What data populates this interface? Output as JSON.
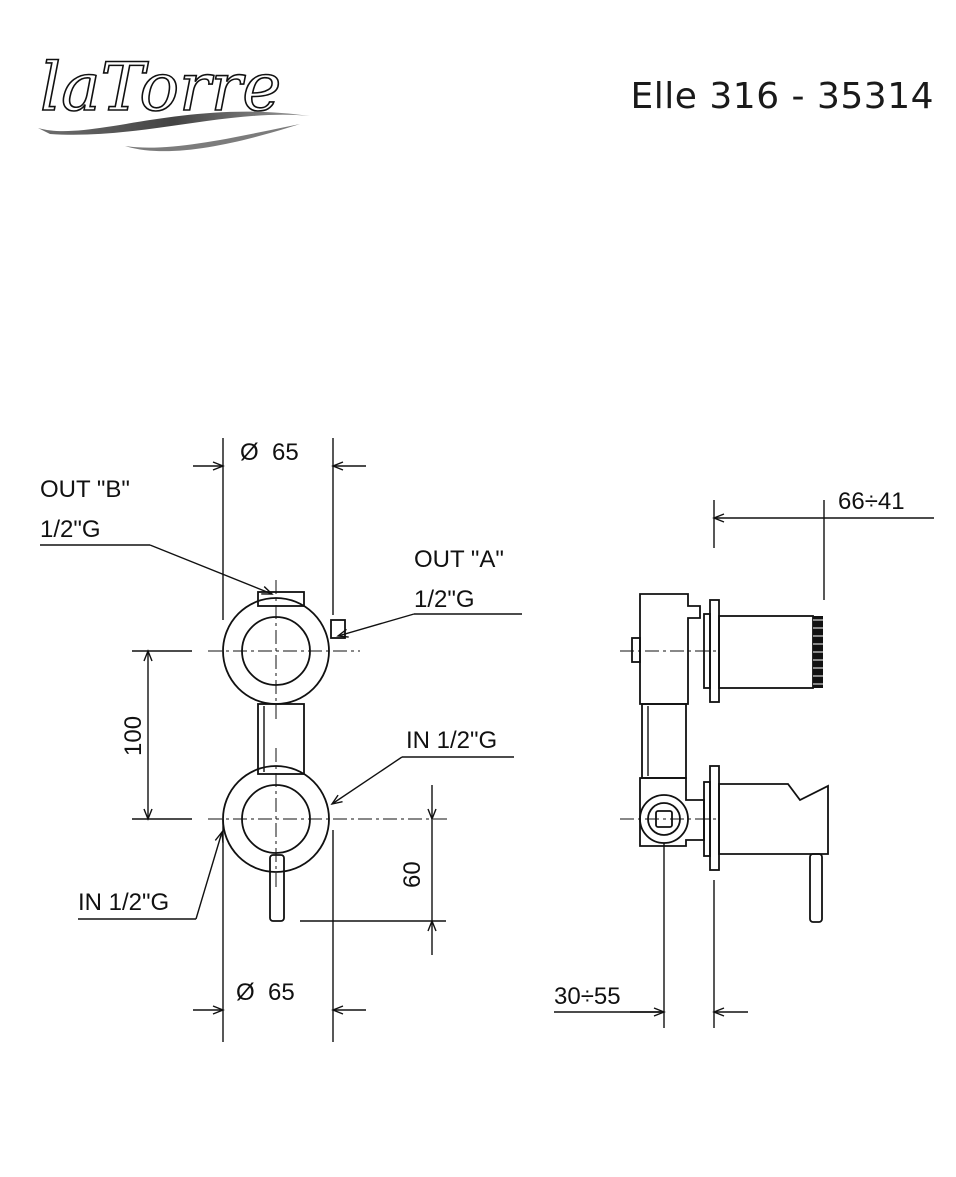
{
  "header": {
    "brand": "laTorre",
    "title": "Elle 316 - 35314"
  },
  "front_view": {
    "diameter_top": "Ø  65",
    "out_b_line1": "OUT \"B\"",
    "out_b_line2": "1/2\"G",
    "out_a_line1": "OUT \"A\"",
    "out_a_line2": "1/2\"G",
    "spacing": "100",
    "in_right": "IN 1/2\"G",
    "in_left": "IN 1/2\"G",
    "lever_offset": "60",
    "diameter_bottom": "Ø  65"
  },
  "side_view": {
    "projection": "66÷41",
    "depth": "30÷55"
  }
}
